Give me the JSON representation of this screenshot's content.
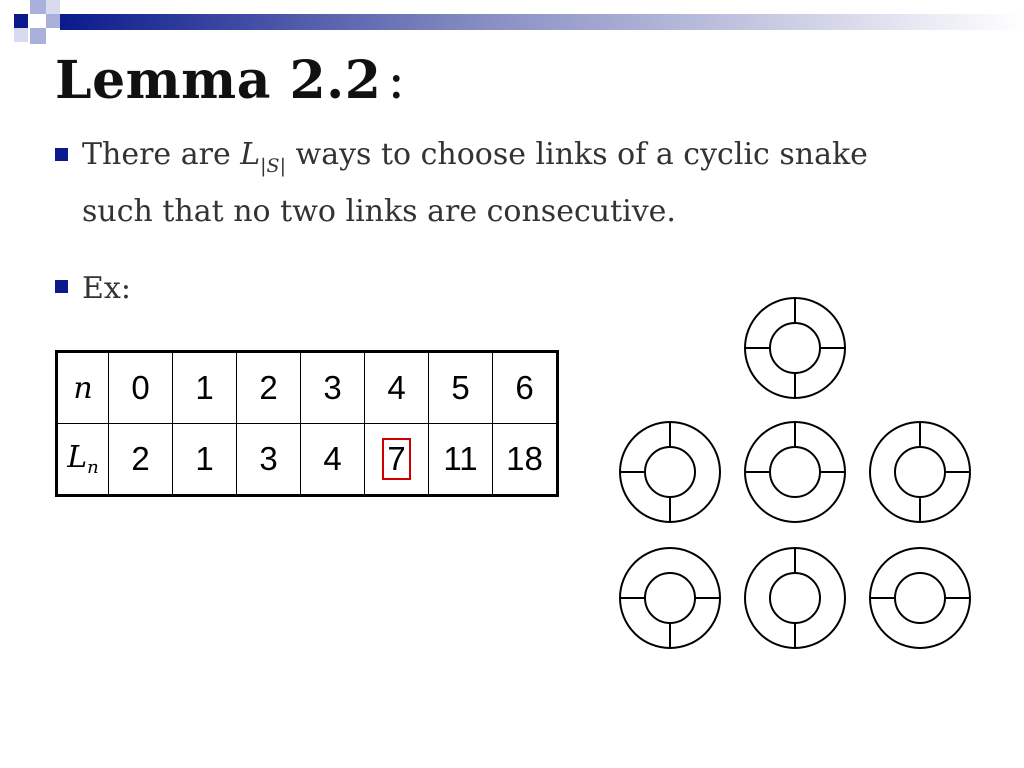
{
  "title": {
    "main": "Lemma 2.2",
    "colon": ":"
  },
  "bullets": [
    {
      "line1_pre": "There are ",
      "line1_math": "L",
      "line1_sub": "|S|",
      "line1_post": " ways to choose links of a cyclic snake",
      "line2": "such that no two links are consecutive."
    },
    {
      "text": "Ex:"
    }
  ],
  "table": {
    "row1_head": "n",
    "row2_head": "L",
    "row2_head_sub": "n",
    "n": [
      "0",
      "1",
      "2",
      "3",
      "4",
      "5",
      "6"
    ],
    "L": [
      "2",
      "1",
      "3",
      "4",
      "7",
      "11",
      "18"
    ],
    "highlighted_value": "7",
    "highlight_color": "#d00000"
  },
  "diagram": {
    "rings": [
      {
        "links": [
          0,
          90,
          180,
          270
        ]
      },
      {
        "links": [
          90,
          180,
          270
        ]
      },
      {
        "links": [
          0,
          90,
          180
        ]
      },
      {
        "links": [
          0,
          90,
          270
        ]
      },
      {
        "links": [
          0,
          180,
          270
        ]
      },
      {
        "links": [
          90,
          270
        ]
      },
      {
        "links": [
          0,
          180
        ]
      }
    ]
  },
  "colors": {
    "bullet": "#0a1a8c",
    "deco_dark": "#0a1a8c"
  }
}
